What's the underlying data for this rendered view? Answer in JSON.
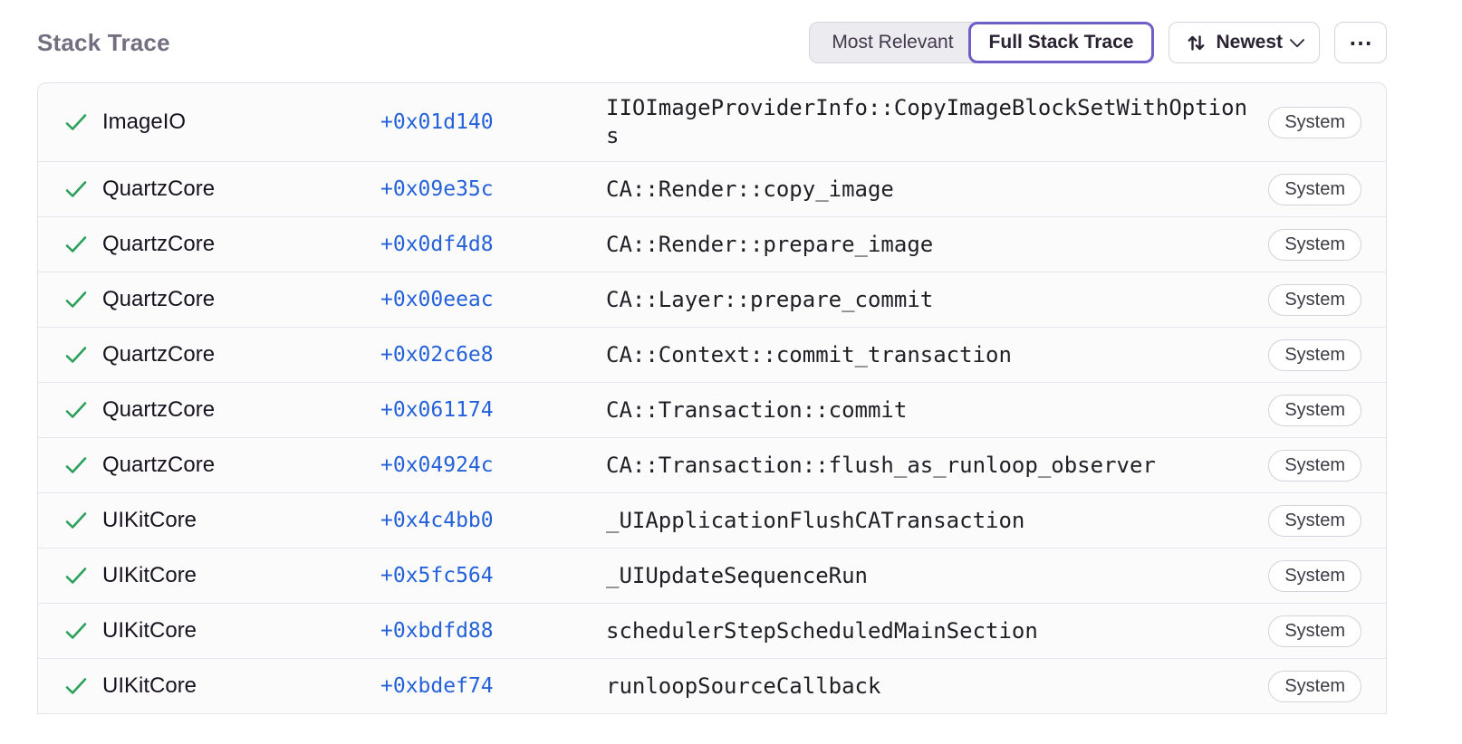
{
  "title": "Stack Trace",
  "controls": {
    "view_toggle": {
      "options": [
        {
          "label": "Most Relevant",
          "active": false
        },
        {
          "label": "Full Stack Trace",
          "active": true
        }
      ]
    },
    "sort": {
      "label": "Newest",
      "icon": "sort-arrows"
    },
    "more": {
      "label": "⋯",
      "icon": "ellipsis"
    }
  },
  "icons": {
    "frame_status": "check",
    "sort_button": "up-down-arrows",
    "sort_chevron": "chevron-down",
    "more_button": "ellipsis"
  },
  "colors": {
    "accent_purple": "#6C5FC7",
    "link_blue": "#2562D9",
    "check_green": "#2BA05A",
    "title_gray": "#756E81",
    "border_gray": "#D6D3DB"
  },
  "frames": [
    {
      "module": "ImageIO",
      "offset": "+0x01d140",
      "function": "IIOImageProviderInfo::CopyImageBlockSetWithOptions",
      "tag": "System"
    },
    {
      "module": "QuartzCore",
      "offset": "+0x09e35c",
      "function": "CA::Render::copy_image",
      "tag": "System"
    },
    {
      "module": "QuartzCore",
      "offset": "+0x0df4d8",
      "function": "CA::Render::prepare_image",
      "tag": "System"
    },
    {
      "module": "QuartzCore",
      "offset": "+0x00eeac",
      "function": "CA::Layer::prepare_commit",
      "tag": "System"
    },
    {
      "module": "QuartzCore",
      "offset": "+0x02c6e8",
      "function": "CA::Context::commit_transaction",
      "tag": "System"
    },
    {
      "module": "QuartzCore",
      "offset": "+0x061174",
      "function": "CA::Transaction::commit",
      "tag": "System"
    },
    {
      "module": "QuartzCore",
      "offset": "+0x04924c",
      "function": "CA::Transaction::flush_as_runloop_observer",
      "tag": "System"
    },
    {
      "module": "UIKitCore",
      "offset": "+0x4c4bb0",
      "function": "_UIApplicationFlushCATransaction",
      "tag": "System"
    },
    {
      "module": "UIKitCore",
      "offset": "+0x5fc564",
      "function": "_UIUpdateSequenceRun",
      "tag": "System"
    },
    {
      "module": "UIKitCore",
      "offset": "+0xbdfd88",
      "function": "schedulerStepScheduledMainSection",
      "tag": "System"
    },
    {
      "module": "UIKitCore",
      "offset": "+0xbdef74",
      "function": "runloopSourceCallback",
      "tag": "System"
    }
  ]
}
